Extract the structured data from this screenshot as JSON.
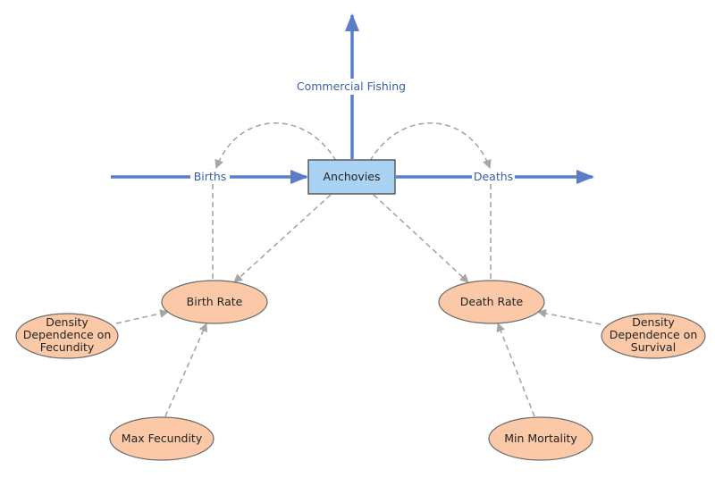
{
  "stock": {
    "name": "Anchovies"
  },
  "flows": {
    "births": "Births",
    "deaths": "Deaths",
    "fishing": "Commercial Fishing"
  },
  "variables": {
    "birth_rate": "Birth Rate",
    "death_rate": "Death Rate",
    "density_fecundity": "Density Dependence on Fecundity",
    "density_survival": "Density Dependence on Survival",
    "max_fecundity": "Max Fecundity",
    "min_mortality": "Min Mortality"
  },
  "colors": {
    "flow": "#5b7dc8",
    "stock_fill": "#a9d2f3",
    "stock_border": "#3a3a3a",
    "variable_fill": "#fbc9a8",
    "variable_border": "#6b6b6b",
    "link": "#a6a6a6"
  }
}
